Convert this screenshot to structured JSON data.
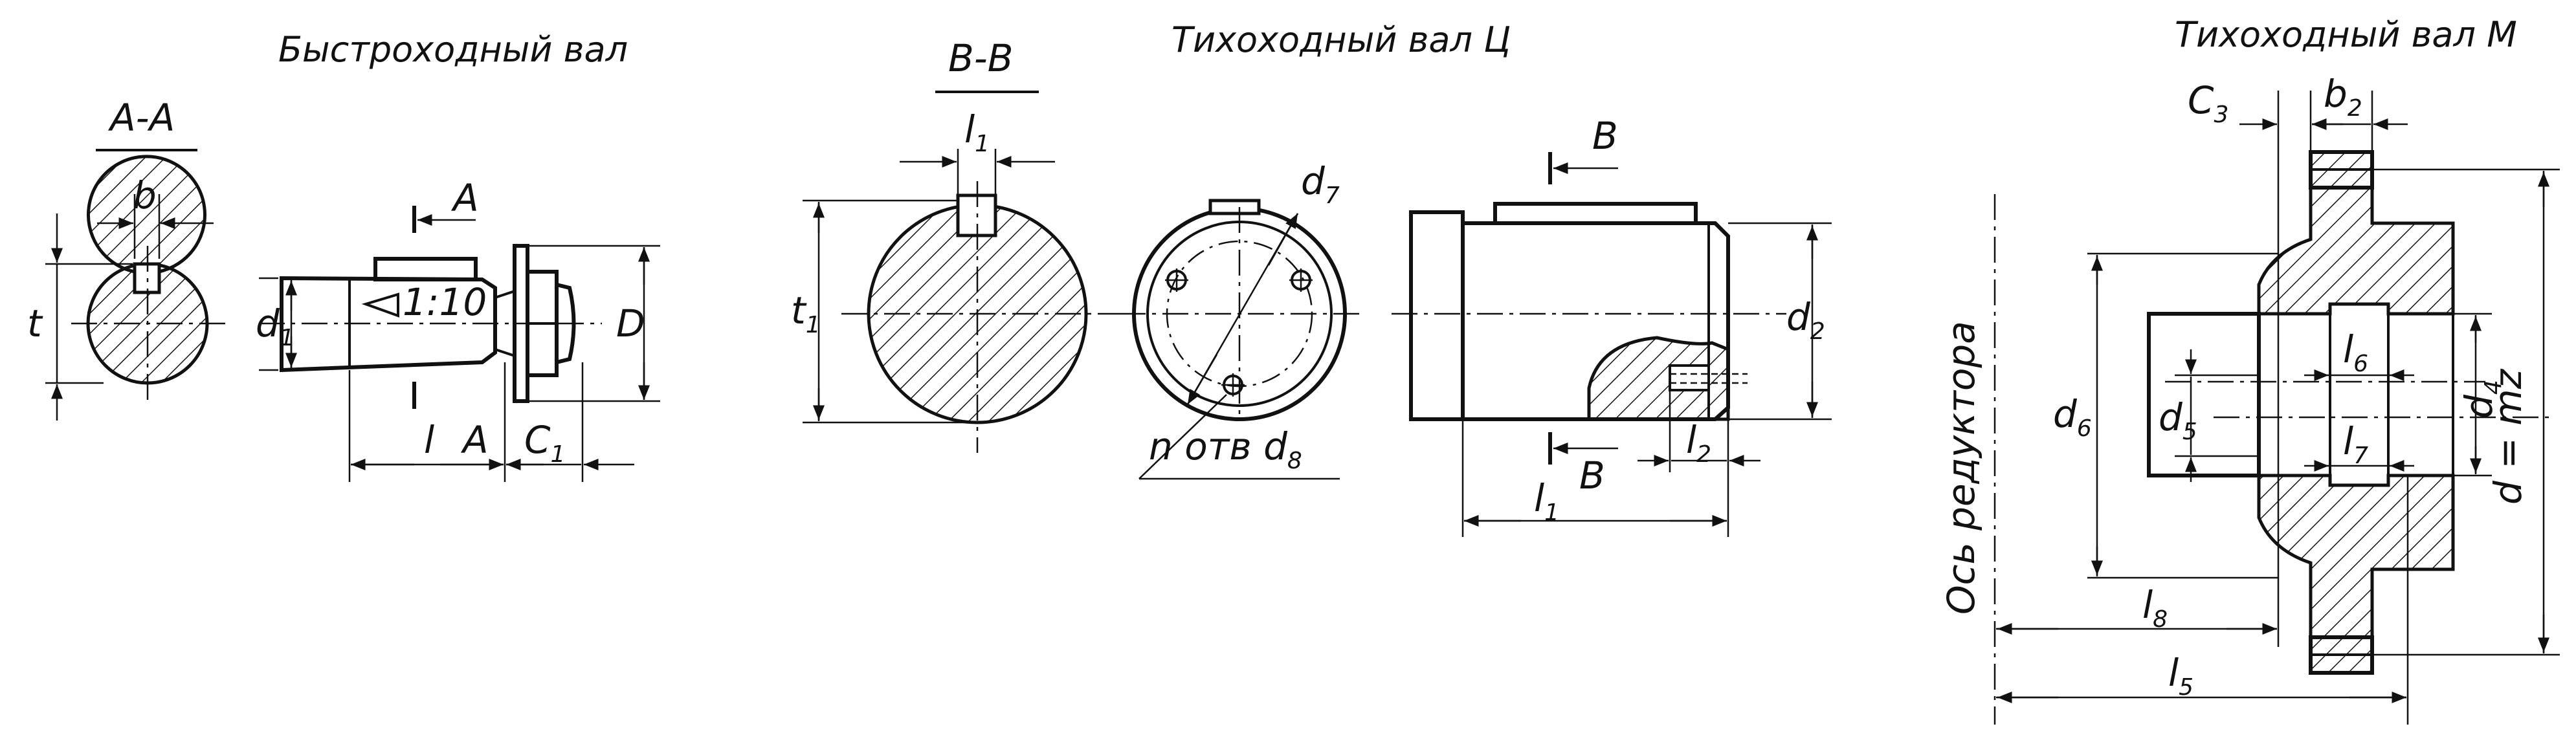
{
  "titles": {
    "fast_shaft": "Быстроходный вал",
    "slow_shaft_c": "Тихоходный вал Ц",
    "slow_shaft_m": "Тихоходный вал М"
  },
  "sections": {
    "aa": "А-А",
    "bb": "В-В",
    "a_mark": "А",
    "b_mark": "В"
  },
  "labels": {
    "t": "t",
    "b": "b",
    "d1": "d",
    "d1_sub": "1",
    "taper": "1:10",
    "D": "D",
    "l": "l",
    "C1": "C",
    "C1_sub": "1",
    "t1": "t",
    "t1_sub": "1",
    "l1": "l",
    "l1_sub": "1",
    "d7": "d",
    "d7_sub": "7",
    "holes": "n отв d",
    "holes_sub": "8",
    "d2": "d",
    "d2_sub": "2",
    "l2": "l",
    "l2_sub": "2",
    "C3": "C",
    "C3_sub": "3",
    "b2": "b",
    "b2_sub": "2",
    "d6": "d",
    "d6_sub": "6",
    "d5": "d",
    "d5_sub": "5",
    "l6": "l",
    "l6_sub": "6",
    "l7": "l",
    "l7_sub": "7",
    "d4": "d",
    "d4_sub": "4",
    "d_mz": "d = mz",
    "l8": "l",
    "l8_sub": "8",
    "l5": "l",
    "l5_sub": "5",
    "reducer_axis": "Ось редуктора"
  }
}
